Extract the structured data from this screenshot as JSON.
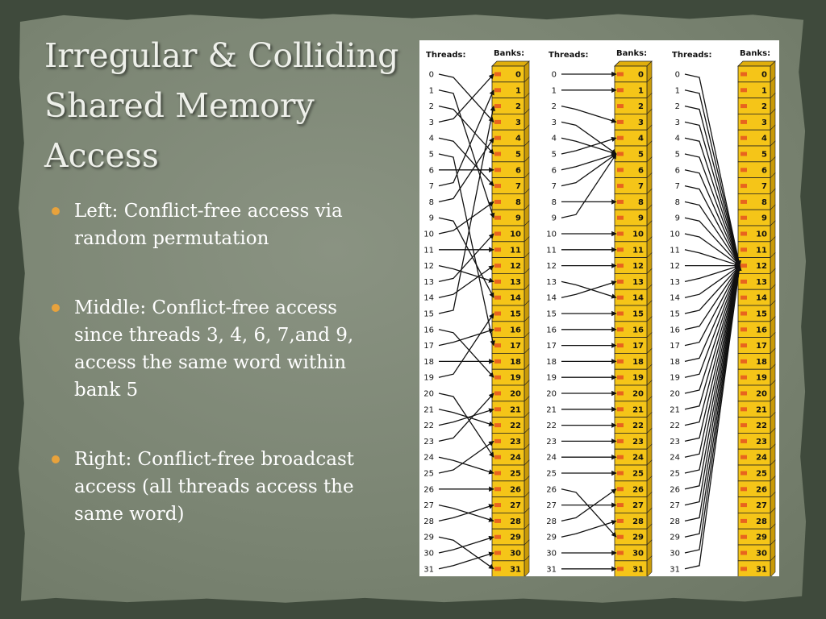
{
  "slide": {
    "title_lines": [
      "Irregular & Colliding",
      "Shared Memory",
      "Access"
    ],
    "bullets": [
      "Left: Conflict-free access via random permutation",
      "Middle: Conflict-free access since threads 3, 4, 6, 7,and 9, access the same word within bank 5",
      "Right: Conflict-free broadcast access (all threads access the same word)"
    ],
    "colors": {
      "bullet": "#e8a23c",
      "bank_fill": "#f5c518",
      "bank_marker": "#e8641e"
    }
  },
  "figure": {
    "thread_header": "Threads:",
    "bank_header": "Banks:",
    "panels": [
      {
        "name": "left",
        "mapping": [
          3,
          9,
          5,
          0,
          7,
          17,
          6,
          1,
          4,
          14,
          8,
          11,
          13,
          10,
          12,
          2,
          19,
          16,
          18,
          15,
          24,
          22,
          21,
          20,
          25,
          23,
          26,
          28,
          27,
          31,
          29,
          30
        ]
      },
      {
        "name": "middle",
        "mapping": [
          0,
          1,
          3,
          5,
          5,
          4,
          5,
          5,
          8,
          5,
          10,
          11,
          12,
          14,
          13,
          15,
          16,
          17,
          18,
          19,
          20,
          21,
          22,
          23,
          24,
          25,
          29,
          27,
          26,
          28,
          30,
          31
        ]
      },
      {
        "name": "right",
        "mapping": [
          12,
          12,
          12,
          12,
          12,
          12,
          12,
          12,
          12,
          12,
          12,
          12,
          12,
          12,
          12,
          12,
          12,
          12,
          12,
          12,
          12,
          12,
          12,
          12,
          12,
          12,
          12,
          12,
          12,
          12,
          12,
          12
        ]
      }
    ]
  }
}
